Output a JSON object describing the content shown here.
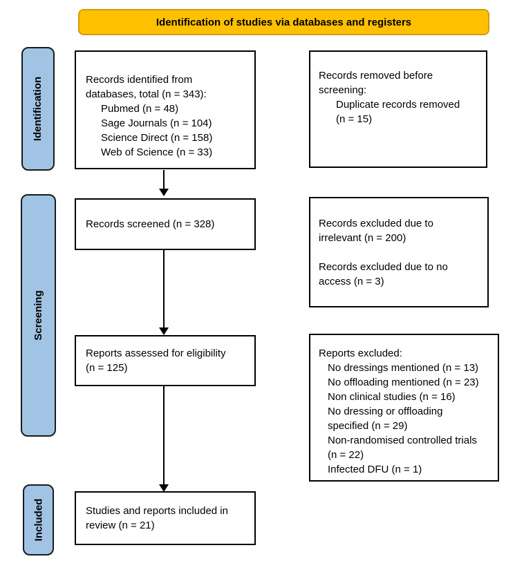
{
  "banner": {
    "label": "Identification of studies via databases and registers"
  },
  "stages": {
    "identification": "Identification",
    "screening": "Screening",
    "included": "Included"
  },
  "boxes": {
    "records_identified": {
      "lines": [
        {
          "text": "Records identified from",
          "indent": 0
        },
        {
          "text": "databases, total (n = 343):",
          "indent": 0
        },
        {
          "text": "Pubmed (n = 48)",
          "indent": 1
        },
        {
          "text": "Sage Journals (n = 104)",
          "indent": 1
        },
        {
          "text": "Science Direct (n = 158)",
          "indent": 1
        },
        {
          "text": "Web of Science (n = 33)",
          "indent": 1
        }
      ]
    },
    "records_removed": {
      "lines": [
        {
          "text": "Records removed before",
          "indent": 0
        },
        {
          "text": "screening:",
          "indent": 0
        },
        {
          "text": "Duplicate records removed",
          "indent": 1
        },
        {
          "text": "(n = 15)",
          "indent": 1
        }
      ]
    },
    "records_screened": {
      "lines": [
        {
          "text": "Records screened (n = 328)",
          "indent": 0
        }
      ]
    },
    "records_excluded": {
      "lines": [
        {
          "text": "Records excluded due to",
          "indent": 0
        },
        {
          "text": "irrelevant (n = 200)",
          "indent": 0
        },
        {
          "text": "",
          "indent": 0
        },
        {
          "text": "Records excluded due to no",
          "indent": 0
        },
        {
          "text": "access (n = 3)",
          "indent": 0
        }
      ]
    },
    "reports_assessed": {
      "lines": [
        {
          "text": "Reports assessed for eligibility",
          "indent": 0
        },
        {
          "text": "(n = 125)",
          "indent": 0
        }
      ]
    },
    "reports_excluded": {
      "lines": [
        {
          "text": "Reports excluded:",
          "indent": 0
        },
        {
          "text": "No dressings mentioned (n = 13)",
          "indent": 1
        },
        {
          "text": "No offloading mentioned (n = 23)",
          "indent": 1
        },
        {
          "text": "Non clinical studies (n = 16)",
          "indent": 1
        },
        {
          "text": "No dressing or offloading",
          "indent": 1
        },
        {
          "text": "specified (n = 29)",
          "indent": 1
        },
        {
          "text": "Non-randomised controlled trials",
          "indent": 1
        },
        {
          "text": "(n = 22)",
          "indent": 1
        },
        {
          "text": "Infected DFU (n = 1)",
          "indent": 1
        }
      ]
    },
    "studies_included": {
      "lines": [
        {
          "text": "Studies and reports included in",
          "indent": 0
        },
        {
          "text": "review (n = 21)",
          "indent": 0
        }
      ]
    }
  },
  "colors": {
    "banner_fill": "#FFC000",
    "banner_border": "#D59B14",
    "stage_fill": "#A1C4E4",
    "stage_border": "#1A1A1A",
    "box_border": "#000000",
    "arrow": "#000000"
  }
}
